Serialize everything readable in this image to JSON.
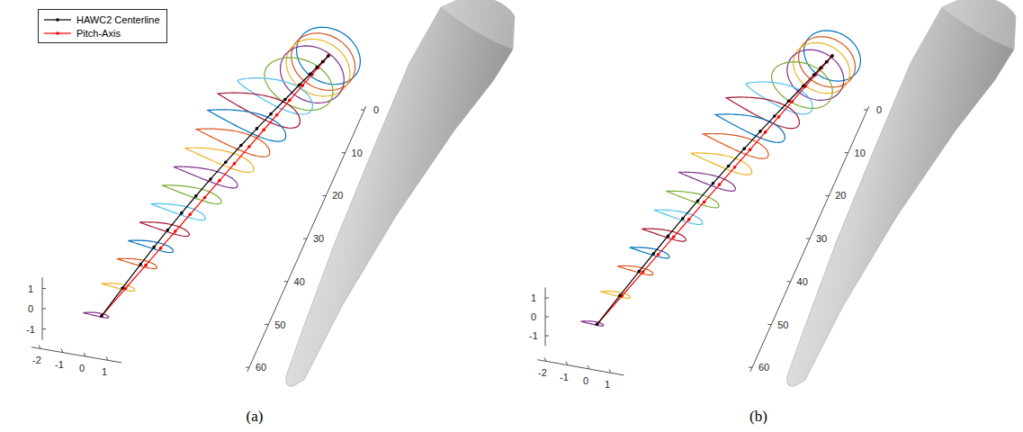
{
  "diagram": {
    "labels": [
      "0",
      "10",
      "20",
      "30",
      "40",
      "50",
      "60",
      "1",
      "0",
      "-1",
      "-2",
      "-1",
      "0",
      "1",
      "(a)",
      "0",
      "10",
      "20",
      "30",
      "40",
      "50",
      "60",
      "1",
      "0",
      "-1",
      "-2",
      "-1",
      "0",
      "1",
      "(b)"
    ],
    "legend": [
      {
        "text": "HAWC2 Centerline"
      },
      {
        "text": "Pitch-Axis"
      }
    ]
  }
}
